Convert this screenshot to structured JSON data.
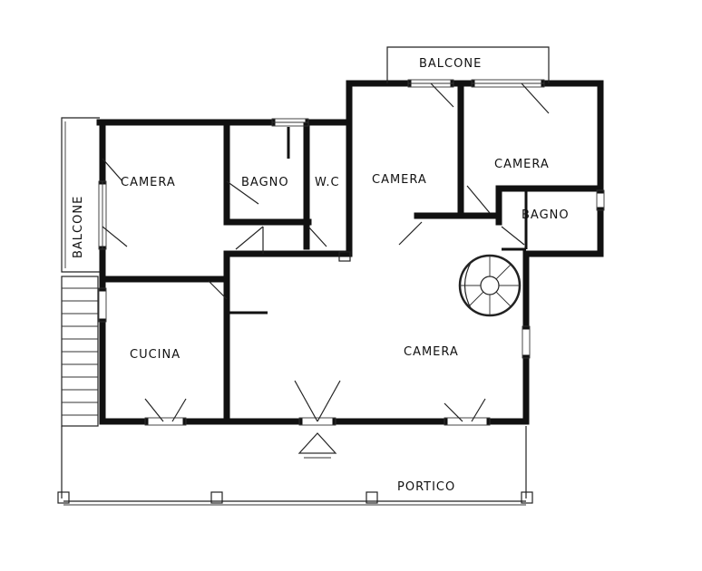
{
  "floor_plan": {
    "rooms": {
      "balcone_top": "BALCONE",
      "balcone_left": "BALCONE",
      "camera_1": "CAMERA",
      "bagno_1": "BAGNO",
      "wc": "W.C",
      "camera_2": "CAMERA",
      "camera_3": "CAMERA",
      "bagno_2": "BAGNO",
      "cucina": "CUCINA",
      "camera_main": "CAMERA",
      "portico": "PORTICO"
    },
    "elements": {
      "spiral_stair": "spiral staircase",
      "exterior_stair": "exterior stair"
    }
  }
}
